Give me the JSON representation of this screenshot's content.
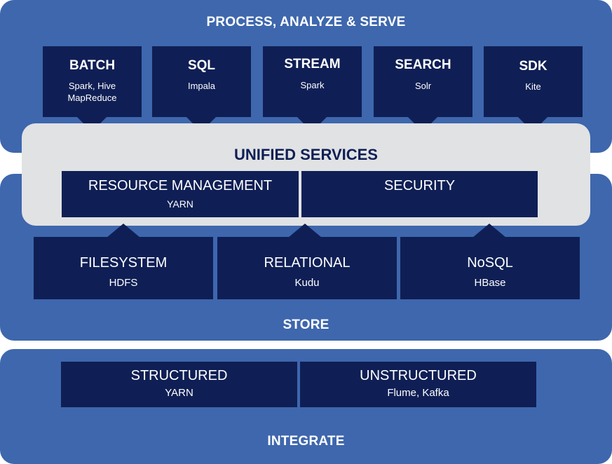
{
  "process": {
    "title": "PROCESS, ANALYZE & SERVE",
    "boxes": [
      {
        "name": "BATCH",
        "sub1": "Spark, Hive",
        "sub2": "MapReduce"
      },
      {
        "name": "SQL",
        "sub1": "Impala",
        "sub2": ""
      },
      {
        "name": "STREAM",
        "sub1": "Spark",
        "sub2": ""
      },
      {
        "name": "SEARCH",
        "sub1": "Solr",
        "sub2": ""
      },
      {
        "name": "SDK",
        "sub1": "Kite",
        "sub2": ""
      }
    ]
  },
  "unified": {
    "title": "UNIFIED SERVICES",
    "services": [
      {
        "name": "RESOURCE MANAGEMENT",
        "sub": "YARN"
      },
      {
        "name": "SECURITY",
        "sub": ""
      }
    ]
  },
  "store": {
    "title": "STORE",
    "boxes": [
      {
        "name": "FILESYSTEM",
        "sub": "HDFS"
      },
      {
        "name": "RELATIONAL",
        "sub": "Kudu"
      },
      {
        "name": "NoSQL",
        "sub": "HBase"
      }
    ]
  },
  "integrate": {
    "title": "INTEGRATE",
    "boxes": [
      {
        "name": "STRUCTURED",
        "sub": "YARN"
      },
      {
        "name": "UNSTRUCTURED",
        "sub": "Flume, Kafka"
      }
    ]
  },
  "colors": {
    "band": "#3e67ad",
    "box": "#0f1f55",
    "unified_bg": "#e1e2e4",
    "text": "#ffffff"
  }
}
